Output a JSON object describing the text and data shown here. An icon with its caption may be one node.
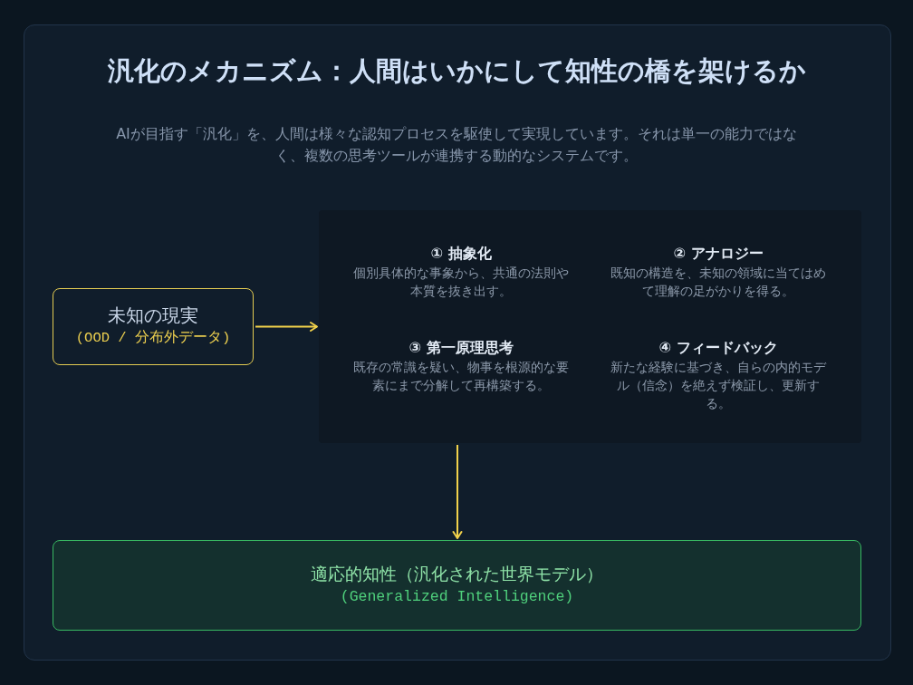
{
  "diagram": {
    "title": "汎化のメカニズム：人間はいかにして知性の橋を架けるか",
    "nodes": [
      {
        "text": [
          "未知の現実",
          "(OOD / 分布外データ)"
        ]
      },
      {
        "text": [],
        "shape": "box"
      },
      {
        "text": [
          "① 抽象化",
          "個別具体的な事象から、共通の法則や本質を抜き出す。"
        ],
        "in": 1
      },
      {
        "text": [
          "② アナロジー",
          "既知の構造を、未知の領域に当てはめて理解の足がかりを得る。"
        ],
        "in": 1
      },
      {
        "text": [
          "③ 第一原理思考",
          "既存の常識を疑い、物事を根源的な要素にまで分解して再構築する。"
        ],
        "in": 1
      },
      {
        "text": [
          "④ フィードバック",
          "新たな経験に基づき、自らの内的モデル（信念）を絶えず検証し、更新する。"
        ],
        "in": 1
      },
      {
        "text": [
          "適応的知性（汎化された世界モデル）",
          "(Generalized Intelligence)"
        ]
      }
    ],
    "edges": [
      {
        "from": 0,
        "to": 1,
        "arrow": "to"
      },
      {
        "from": 1,
        "to": 6,
        "arrow": "to"
      }
    ],
    "labels": [
      "AIが目指す「汎化」を、人間は様々な認知プロセスを駆使して実現しています。それは単一の能力ではなく、複数の思考ツールが連携する動的なシステムです。"
    ]
  }
}
